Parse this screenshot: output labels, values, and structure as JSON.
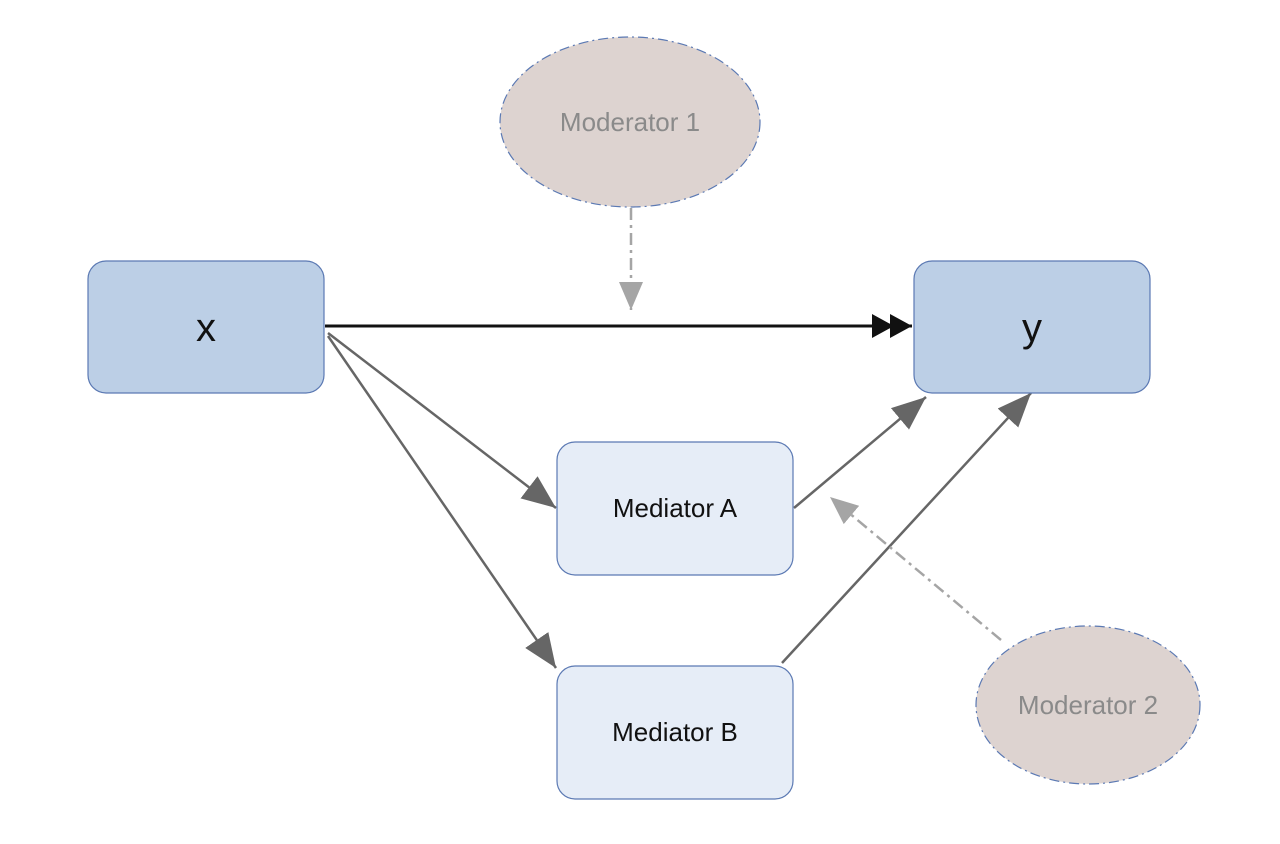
{
  "nodes": {
    "x": {
      "label": "x"
    },
    "y": {
      "label": "y"
    },
    "mediator_a": {
      "label": "Mediator A"
    },
    "mediator_b": {
      "label": "Mediator B"
    },
    "moderator_1": {
      "label": "Moderator 1"
    },
    "moderator_2": {
      "label": "Moderator 2"
    }
  },
  "edges": [
    {
      "from": "x",
      "to": "y",
      "style": "solid-double-arrow"
    },
    {
      "from": "x",
      "to": "mediator_a",
      "style": "solid"
    },
    {
      "from": "x",
      "to": "mediator_b",
      "style": "solid"
    },
    {
      "from": "mediator_a",
      "to": "y",
      "style": "solid"
    },
    {
      "from": "mediator_b",
      "to": "y",
      "style": "solid"
    },
    {
      "from": "moderator_1",
      "to": "x->y",
      "style": "dash-dot"
    },
    {
      "from": "moderator_2",
      "to": "mediator_a->y",
      "style": "dash-dot"
    }
  ],
  "colors": {
    "main_box_fill": "#bccfe6",
    "mediator_box_fill": "#e6edf7",
    "moderator_fill": "#ddd3d0",
    "box_border": "#5b79b3",
    "main_edge": "#111111",
    "mediator_edge": "#666666",
    "moderator_edge": "#a5a5a5",
    "moderator_text": "#8a8a8a"
  }
}
